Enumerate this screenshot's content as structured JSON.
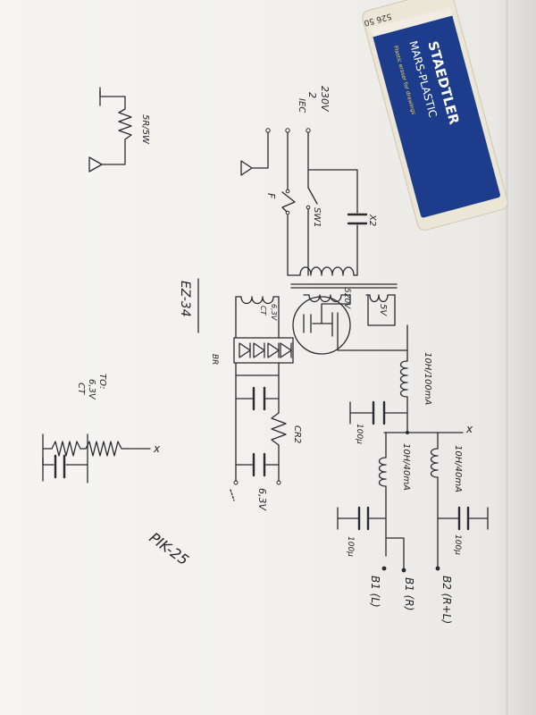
{
  "labels": {
    "mains_voltage": "230V",
    "mains_freq": "2",
    "iec": "IEC",
    "fuse": "F",
    "switch": "SW1",
    "x2": "X2",
    "resistor_top": "5R/5W",
    "transformer_hv": "520V",
    "transformer_heater": "6,3V",
    "transformer_ct": "CT",
    "transformer_5v": "5V",
    "tube": "EZ-34",
    "bridge": "BR",
    "choke1": "10H/100mA",
    "cap1": "100µ",
    "choke2": "10H/40mA",
    "cap2": "100µ",
    "choke3": "10H/40mA",
    "cap3": "100µ",
    "out_b1r": "B1 (R)",
    "out_b1l": "B1 (L)",
    "out_b2": "B2 (R+L)",
    "x_mark_right": "x",
    "x_mark_left": "x",
    "resistor_cr2": "CR2",
    "heater_out": "6,3V",
    "note_to": "TO:",
    "note_voltage": "6,3V",
    "note_ct": "CT",
    "title": "PIK-25"
  },
  "eraser": {
    "brand": "STAEDTLER",
    "model": "MARS-PLASTIC",
    "code": "526 50",
    "fine_print": "Plastic eraser for drawings",
    "body_color": "#1d3c8c",
    "sleeve_color": "#f1ede2"
  }
}
